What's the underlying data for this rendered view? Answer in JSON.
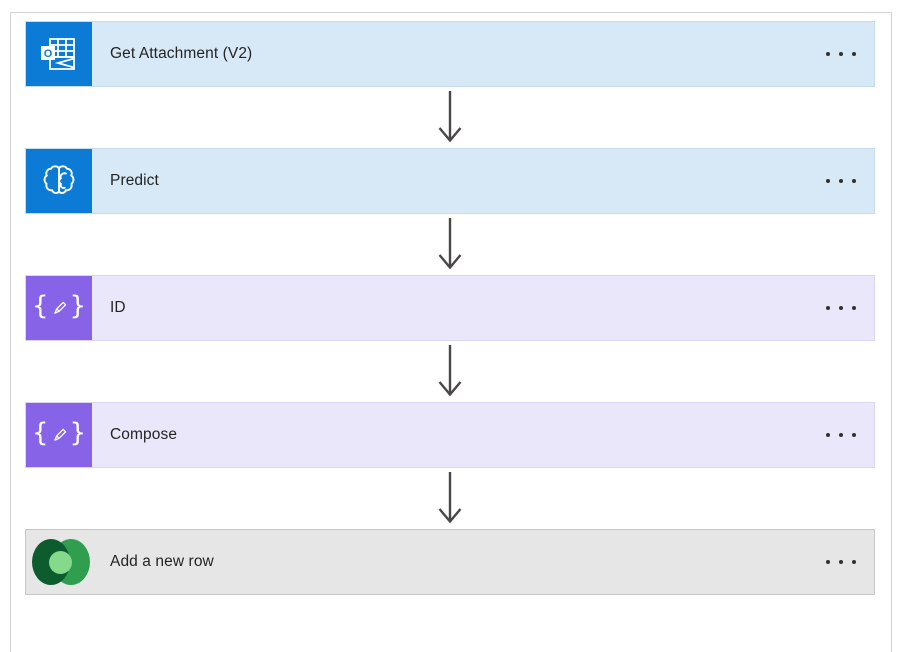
{
  "flow": {
    "steps": [
      {
        "title": "Get Attachment (V2)",
        "icon": "outlook-icon",
        "icon_letter": "O",
        "icon_bg": "#0c7bd6",
        "card_bg": "#d7e8f6",
        "card_border": "#c6dcee"
      },
      {
        "title": "Predict",
        "icon": "ai-builder-brain-icon",
        "icon_bg": "#0c7bd6",
        "card_bg": "#d7e8f6",
        "card_border": "#c6dcee"
      },
      {
        "title": "ID",
        "icon": "compose-braces-pencil-icon",
        "icon_bg": "#8763e8",
        "card_bg": "#ebe7fa",
        "card_border": "#dcd5f2"
      },
      {
        "title": "Compose",
        "icon": "compose-braces-pencil-icon",
        "icon_bg": "#8763e8",
        "card_bg": "#ebe7fa",
        "card_border": "#dcd5f2"
      },
      {
        "title": "Add a new row",
        "icon": "dataverse-icon",
        "icon_bg": "",
        "card_bg": "#e6e6e6",
        "card_border": "#c6c6c6"
      }
    ],
    "icons": {
      "brace_left": "{",
      "brace_right": "}"
    },
    "step_menu_icon": "ellipsis-menu-icon",
    "connector_icon": "down-arrow-icon",
    "colors": {
      "arrow": "#4a4846",
      "ellipsis_dots": "#323130",
      "canvas_border": "#d4d4d4",
      "title_text": "#242424",
      "outlook_blue": "#0c7bd6",
      "data_operation_purple": "#8763e8",
      "dataverse_dark_green": "#0d5c2e",
      "dataverse_green": "#2f9e4f",
      "dataverse_light_green": "#84d98a"
    }
  }
}
